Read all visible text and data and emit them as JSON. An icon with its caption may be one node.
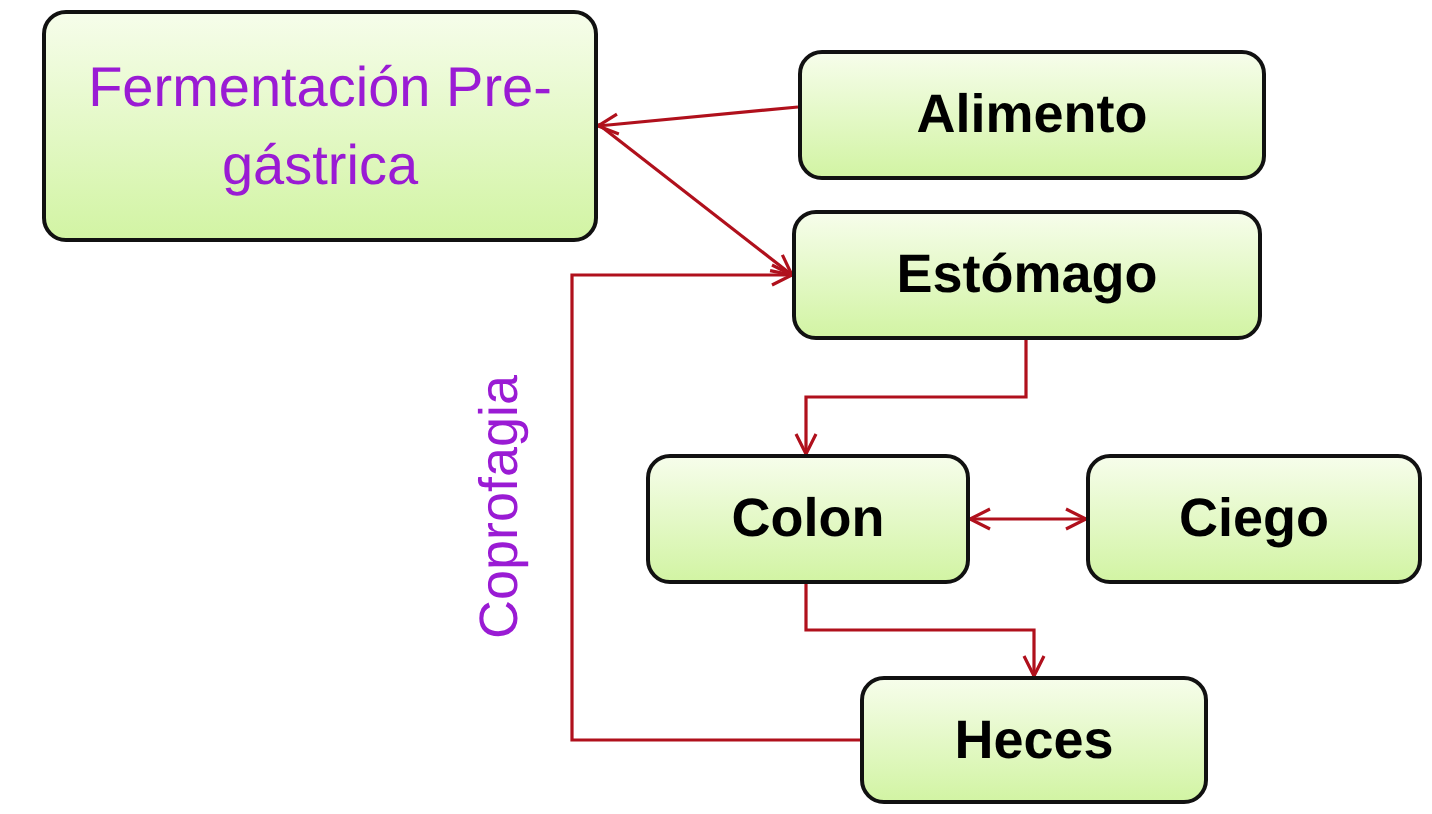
{
  "diagram": {
    "nodes": [
      {
        "text": [
          "Fermentación Pre-gástrica"
        ]
      },
      {
        "text": [
          "Alimento"
        ]
      },
      {
        "text": [
          "Estómago"
        ]
      },
      {
        "text": [
          "Colon"
        ]
      },
      {
        "text": [
          "Ciego"
        ]
      },
      {
        "text": [
          "Heces"
        ]
      }
    ],
    "edges": [
      {
        "from": 1,
        "to": 0,
        "arrow": "to"
      },
      {
        "from": 0,
        "to": 2,
        "arrow": "to"
      },
      {
        "from": 2,
        "to": 3,
        "arrow": "to"
      },
      {
        "from": 3,
        "to": 4,
        "arrow": "both"
      },
      {
        "from": 3,
        "to": 5,
        "arrow": "to"
      },
      {
        "from": 5,
        "to": 2,
        "arrow": "to",
        "label": "Coprofagia"
      }
    ]
  }
}
